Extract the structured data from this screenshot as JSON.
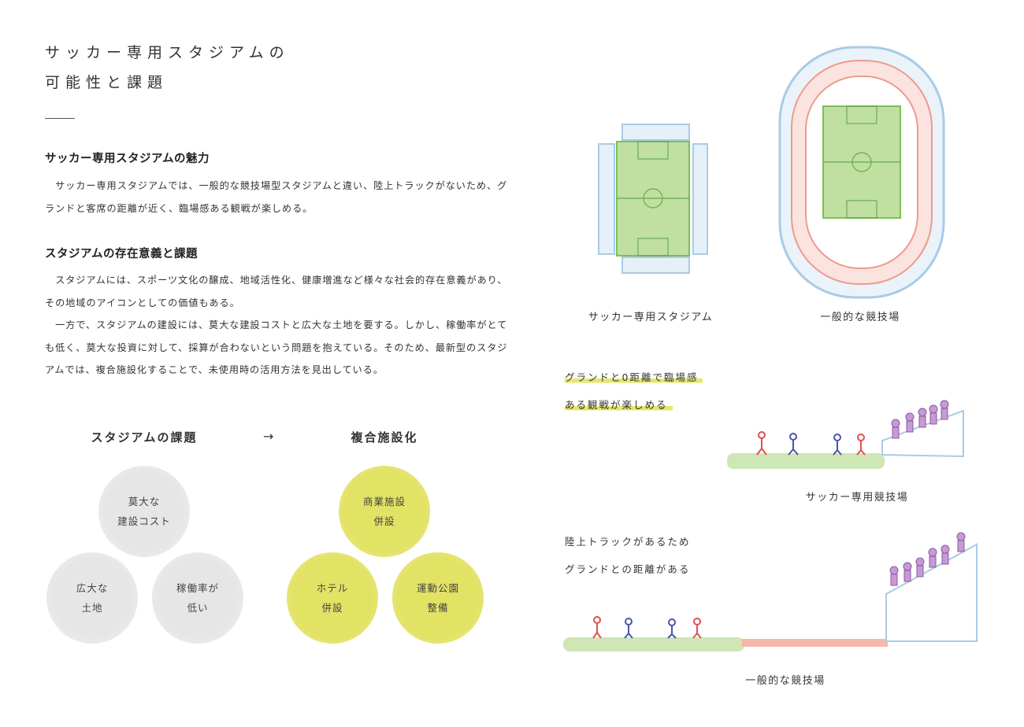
{
  "title": {
    "line1": "サッカー専用スタジアムの",
    "line2": "可能性と課題"
  },
  "section1": {
    "heading": "サッカー専用スタジアムの魅力",
    "paragraph": "　サッカー専用スタジアムでは、一般的な競技場型スタジアムと違い、陸上トラックがないため、グランドと客席の距離が近く、臨場感ある観戦が楽しめる。"
  },
  "section2": {
    "heading": "スタジアムの存在意義と課題",
    "paragraph1": "　スタジアムには、スポーツ文化の醸成、地域活性化、健康増進など様々な社会的存在意義があり、その地域のアイコンとしての価値もある。",
    "paragraph2": "　一方で、スタジアムの建設には、莫大な建設コストと広大な土地を要する。しかし、稼働率がとても低く、莫大な投資に対して、採算が合わないという問題を抱えている。そのため、最新型のスタジアムでは、複合施設化することで、未使用時の活用方法を見出している。"
  },
  "diagram": {
    "left_heading": "スタジアムの課題",
    "right_heading": "複合施設化",
    "arrow": "→",
    "problems": [
      {
        "l1": "莫大な",
        "l2": "建設コスト"
      },
      {
        "l1": "広大な",
        "l2": "土地"
      },
      {
        "l1": "稼働率が",
        "l2": "低い"
      }
    ],
    "solutions": [
      {
        "l1": "商業施設",
        "l2": "併設"
      },
      {
        "l1": "ホテル",
        "l2": "併設"
      },
      {
        "l1": "運動公園",
        "l2": "整備"
      }
    ],
    "colors": {
      "gray": "#e6e6e6",
      "yellow": "#e2e265"
    }
  },
  "illustrations": {
    "soccer_stadium_label": "サッカー専用スタジアム",
    "general_stadium_label": "一般的な競技場",
    "note1": {
      "l1": "グランドと0距離で臨場感",
      "l2": "ある観戦が楽しめる"
    },
    "scene1_label": "サッカー専用競技場",
    "note2": {
      "l1": "陸上トラックがあるため",
      "l2": "グランドとの距離がある"
    },
    "scene2_label": "一般的な競技場"
  }
}
